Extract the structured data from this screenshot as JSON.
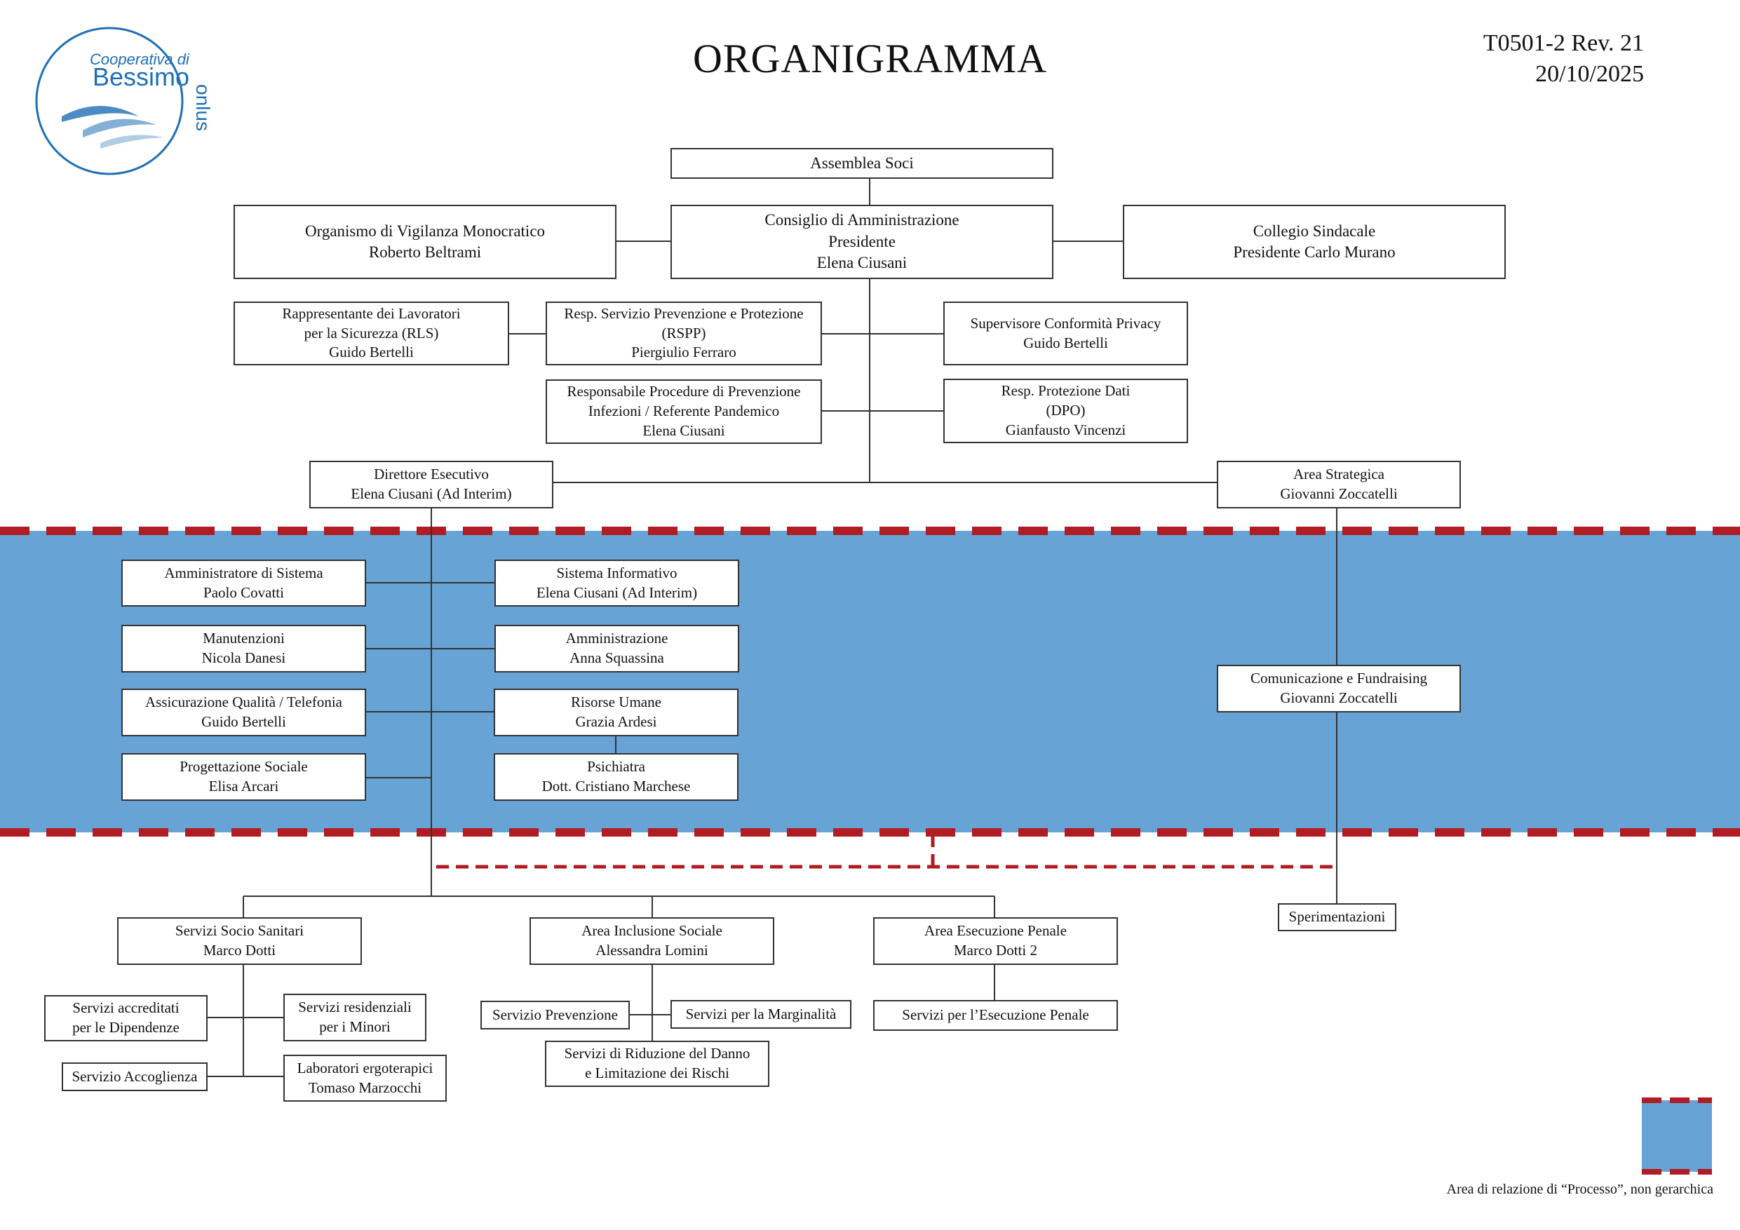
{
  "header": {
    "title": "ORGANIGRAMMA",
    "doc_code": "T0501-2 Rev. 21",
    "doc_date": "20/10/2025"
  },
  "logo": {
    "line1": "Cooperativa di",
    "line2": "Bessimo",
    "line3": "onlus"
  },
  "colors": {
    "process_area": "#67a3d4",
    "process_border": "#b01c22",
    "logo_blue": "#1f6fb5",
    "line": "#333333"
  },
  "nodes": {
    "assemblea": [
      "Assemblea Soci"
    ],
    "cda": [
      "Consiglio di Amministrazione",
      "Presidente",
      "Elena Ciusani"
    ],
    "odv": [
      "Organismo di Vigilanza Monocratico",
      "Roberto Beltrami"
    ],
    "collegio": [
      "Collegio Sindacale",
      "Presidente Carlo Murano"
    ],
    "rls": [
      "Rappresentante dei Lavoratori",
      "per la Sicurezza (RLS)",
      "Guido Bertelli"
    ],
    "rspp": [
      "Resp. Servizio Prevenzione e Protezione",
      "(RSPP)",
      "Piergiulio Ferraro"
    ],
    "privacy": [
      "Supervisore Conformità Privacy",
      "Guido Bertelli"
    ],
    "infezioni": [
      "Responsabile Procedure di Prevenzione",
      "Infezioni / Referente Pandemico",
      "Elena Ciusani"
    ],
    "dpo": [
      "Resp. Protezione Dati",
      "(DPO)",
      "Gianfausto Vincenzi"
    ],
    "direttore": [
      "Direttore Esecutivo",
      "Elena Ciusani (Ad Interim)"
    ],
    "strategica": [
      "Area Strategica",
      "Giovanni Zoccatelli"
    ],
    "amm_sistema": [
      "Amministratore di Sistema",
      "Paolo Covatti"
    ],
    "sist_info": [
      "Sistema Informativo",
      "Elena Ciusani (Ad Interim)"
    ],
    "manutenzioni": [
      "Manutenzioni",
      "Nicola Danesi"
    ],
    "amministrazione": [
      "Amministrazione",
      "Anna Squassina"
    ],
    "qualita": [
      "Assicurazione Qualità / Telefonia",
      "Guido Bertelli"
    ],
    "risorse_umane": [
      "Risorse Umane",
      "Grazia Ardesi"
    ],
    "progettazione": [
      "Progettazione Sociale",
      "Elisa Arcari"
    ],
    "psichiatra": [
      "Psichiatra",
      "Dott. Cristiano Marchese"
    ],
    "comunicazione": [
      "Comunicazione e Fundraising",
      "Giovanni Zoccatelli"
    ],
    "sperimentazioni": [
      "Sperimentazioni"
    ],
    "socio_sanitari": [
      "Servizi Socio Sanitari",
      "Marco Dotti"
    ],
    "inclusione": [
      "Area Inclusione Sociale",
      "Alessandra Lomini"
    ],
    "penale": [
      "Area Esecuzione Penale",
      "Marco Dotti 2"
    ],
    "accreditati": [
      "Servizi accreditati",
      "per le Dipendenze"
    ],
    "residenziali": [
      "Servizi residenziali",
      "per i Minori"
    ],
    "accoglienza": [
      "Servizio Accoglienza"
    ],
    "laboratori": [
      "Laboratori ergoterapici",
      "Tomaso Marzocchi"
    ],
    "prevenzione": [
      "Servizio Prevenzione"
    ],
    "marginalita": [
      "Servizi per la Marginalità"
    ],
    "riduzione": [
      "Servizi di Riduzione del Danno",
      "e Limitazione dei Rischi"
    ],
    "esecuzione": [
      "Servizi per l’Esecuzione Penale"
    ]
  },
  "legend": {
    "label": "Area di relazione di “Processo”, non gerarchica"
  }
}
